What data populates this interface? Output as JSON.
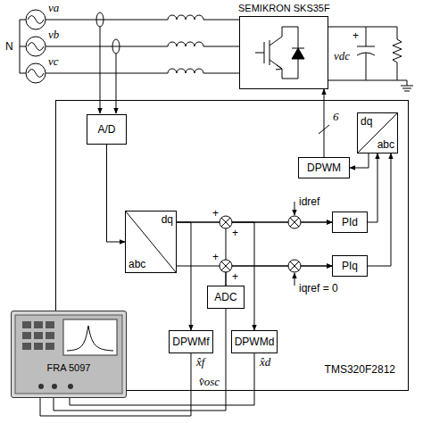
{
  "diagram": {
    "nodes": [
      {
        "text": [
          "SEMIKRON SKS35F"
        ]
      },
      {
        "text": [
          "TMS320F2812"
        ]
      },
      {
        "text": [
          "A/D"
        ],
        "in": 1
      },
      {
        "text": [
          "DPWM"
        ],
        "in": 1
      },
      {
        "text": [
          "dq",
          "abc"
        ],
        "in": 1
      },
      {
        "text": [
          "dq",
          "abc"
        ],
        "in": 1
      },
      {
        "text": [
          "PId"
        ],
        "in": 1
      },
      {
        "text": [
          "PIq"
        ],
        "in": 1
      },
      {
        "text": [
          "ADC"
        ],
        "in": 1
      },
      {
        "text": [
          "DPWMf"
        ],
        "in": 1
      },
      {
        "text": [
          "DPWMd"
        ],
        "in": 1
      },
      {
        "text": [
          "FRA 5097"
        ]
      }
    ],
    "edges": [
      {
        "from": 2,
        "to": 5,
        "arrow": "to"
      },
      {
        "from": 5,
        "to": 6,
        "arrow": "to"
      },
      {
        "from": 5,
        "to": 7,
        "arrow": "to"
      },
      {
        "from": 8,
        "to": 6,
        "arrow": "to"
      },
      {
        "from": 8,
        "to": 7,
        "arrow": "to"
      },
      {
        "from": 6,
        "to": 4,
        "arrow": "to"
      },
      {
        "from": 7,
        "to": 4,
        "arrow": "to"
      },
      {
        "from": 4,
        "to": 3,
        "arrow": "to"
      },
      {
        "from": 3,
        "to": 0,
        "label": "6",
        "arrow": "to"
      },
      {
        "from": 5,
        "to": 9,
        "arrow": "to"
      },
      {
        "from": 5,
        "to": 10,
        "arrow": "to"
      },
      {
        "from": 11,
        "to": 8,
        "label": "v̂osc",
        "arrow": "none"
      },
      {
        "from": 9,
        "to": 11,
        "label": "x̂f",
        "arrow": "none"
      },
      {
        "from": 10,
        "to": 11,
        "label": "x̂d",
        "arrow": "none"
      }
    ],
    "labels": [
      "va",
      "vb",
      "vc",
      "N",
      "vdc",
      "+",
      "idref",
      "iqref = 0",
      "+",
      "+",
      "+",
      "+"
    ]
  }
}
